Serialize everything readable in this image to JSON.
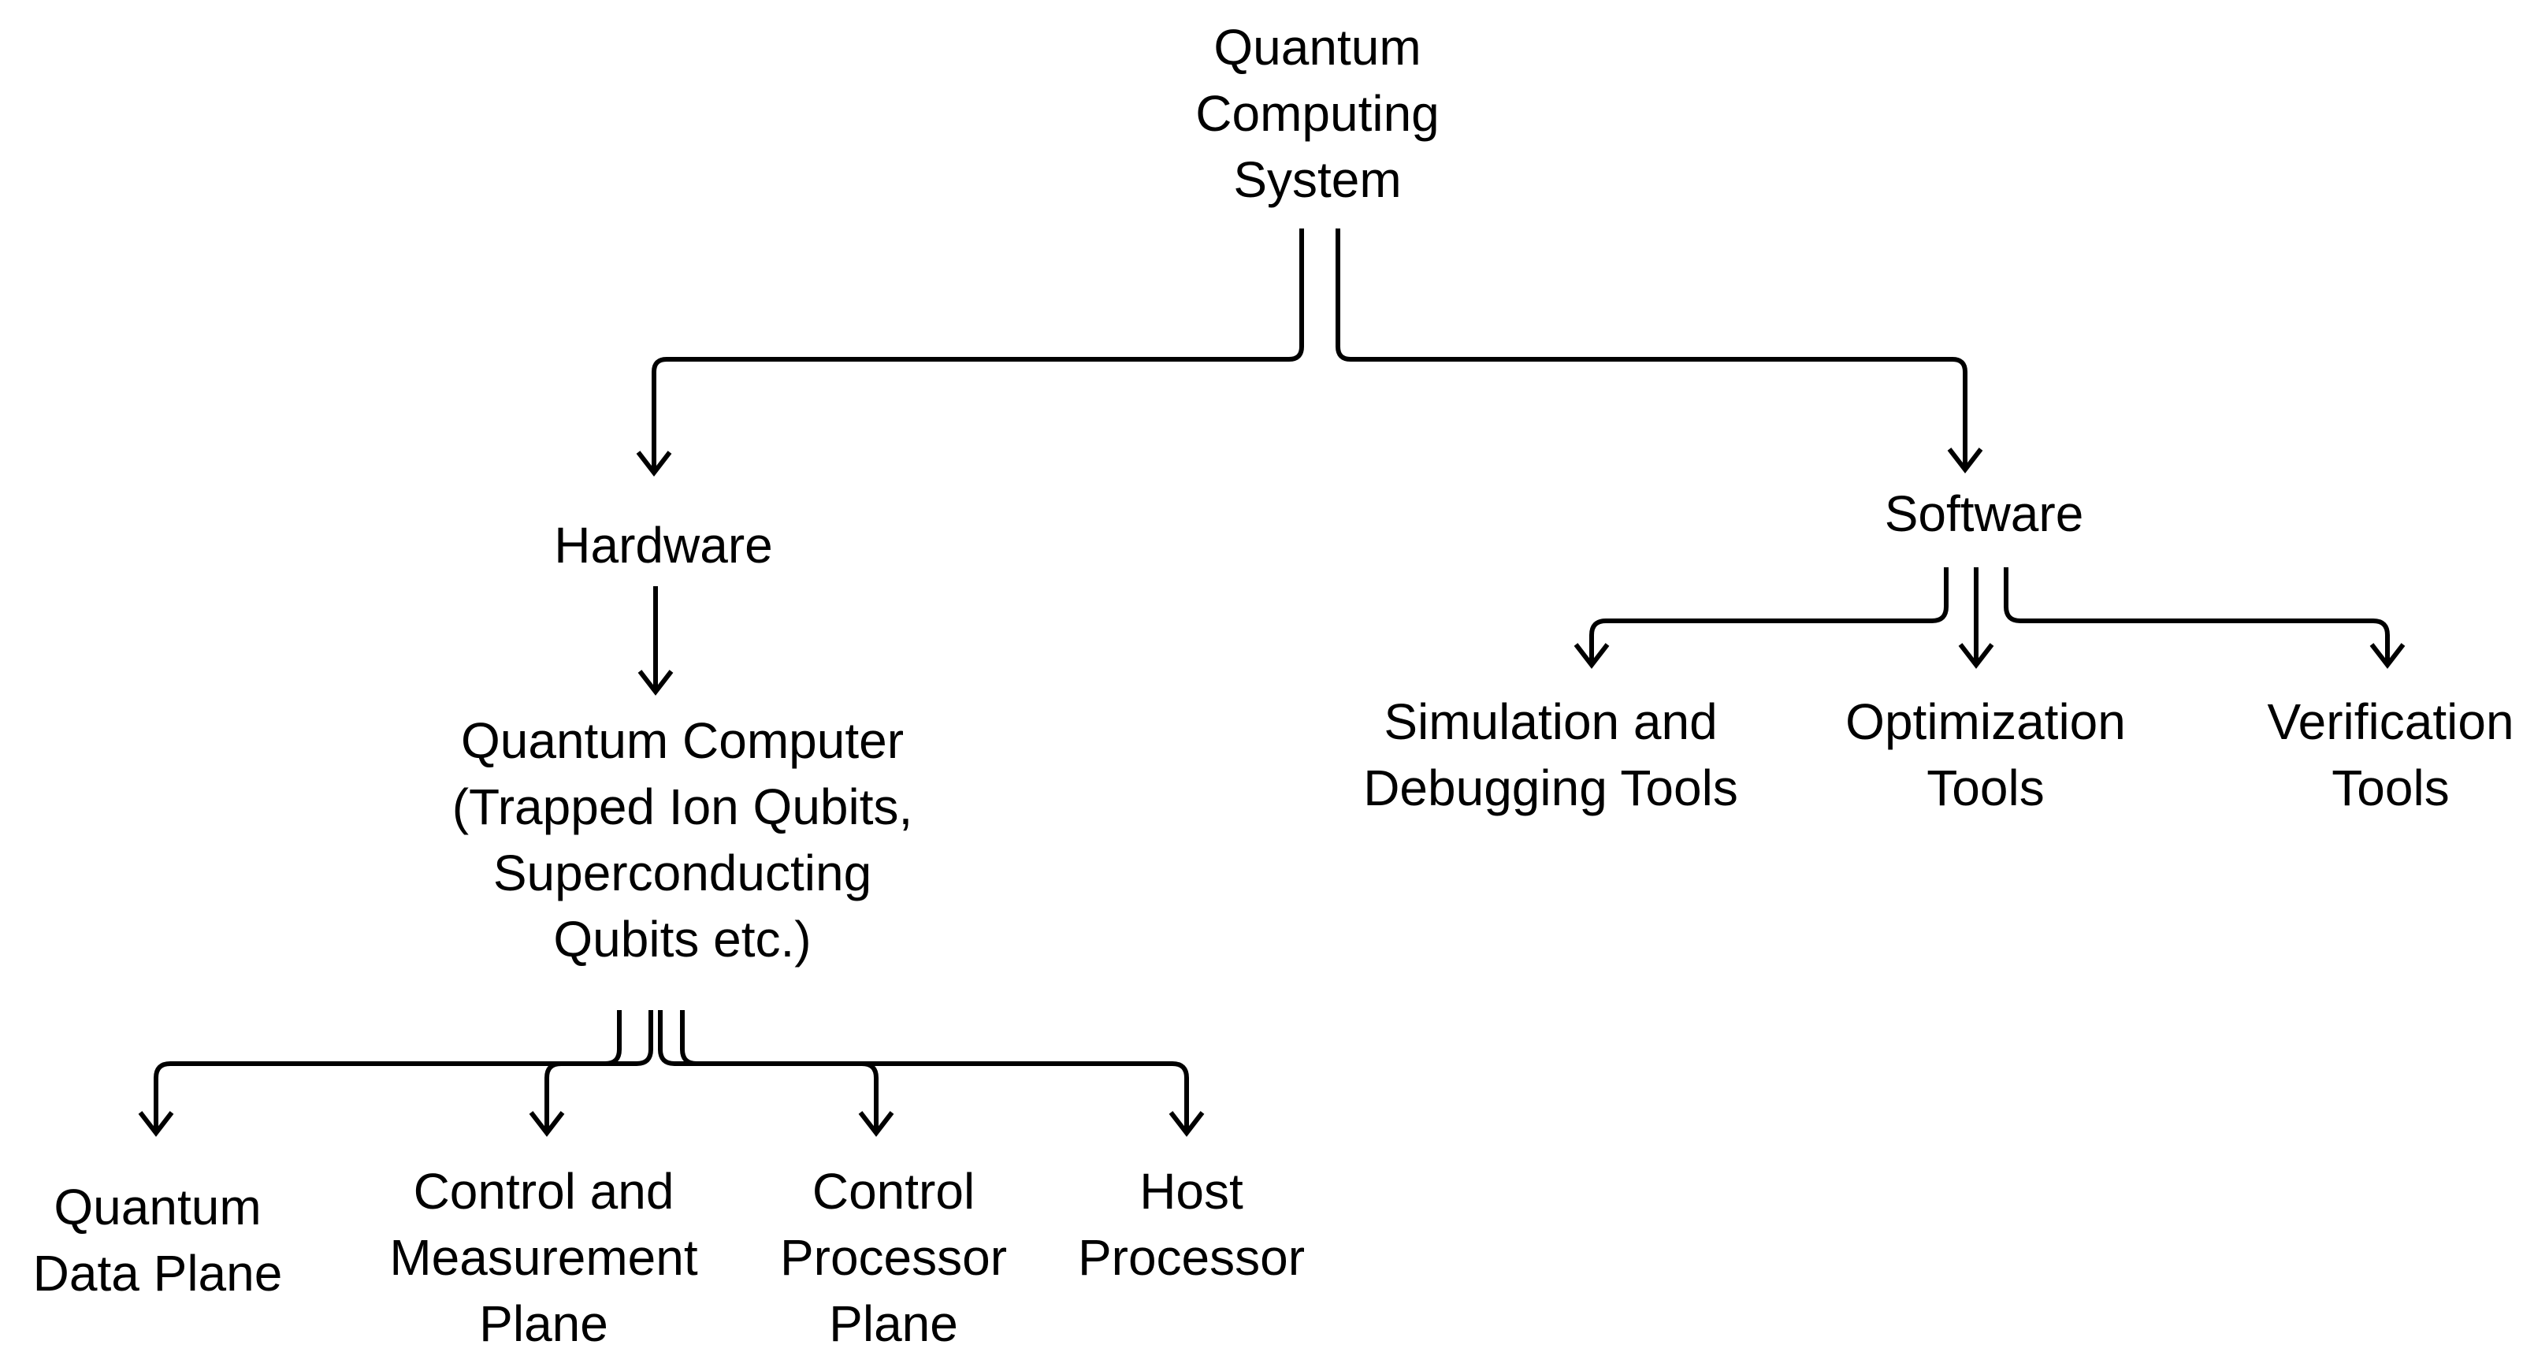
{
  "diagram": {
    "root": {
      "lines": [
        "Quantum",
        "Computing",
        "System"
      ]
    },
    "hardware": {
      "lines": [
        "Hardware"
      ]
    },
    "software": {
      "lines": [
        "Software"
      ]
    },
    "quantum_computer": {
      "lines": [
        "Quantum Computer",
        "(Trapped Ion Qubits,",
        "Superconducting",
        "Qubits etc.)"
      ]
    },
    "hardware_children": [
      {
        "lines": [
          "Quantum",
          "Data Plane"
        ]
      },
      {
        "lines": [
          "Control and",
          "Measurement",
          "Plane"
        ]
      },
      {
        "lines": [
          "Control",
          "Processor",
          "Plane"
        ]
      },
      {
        "lines": [
          "Host",
          "Processor"
        ]
      }
    ],
    "software_children": [
      {
        "lines": [
          "Simulation and",
          "Debugging Tools"
        ]
      },
      {
        "lines": [
          "Optimization",
          "Tools"
        ]
      },
      {
        "lines": [
          "Verification",
          "Tools"
        ]
      }
    ],
    "colors": {
      "line": "#000000",
      "text": "#000000",
      "background": "#ffffff"
    }
  }
}
